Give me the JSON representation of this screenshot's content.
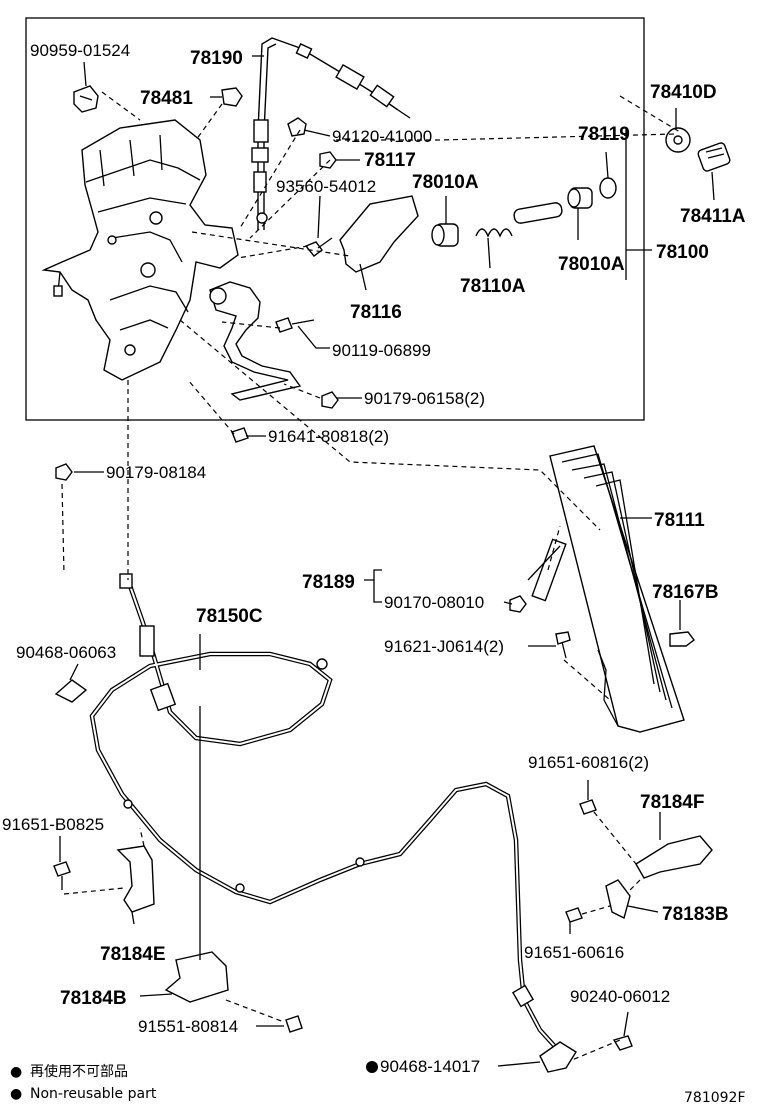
{
  "parts": {
    "p90959_01524": "90959-01524",
    "p78190": "78190",
    "p78481": "78481",
    "p94120_41000": "94120-41000",
    "p78117": "78117",
    "p93560_54012": "93560-54012",
    "p78010A_top": "78010A",
    "p78410D": "78410D",
    "p78119": "78119",
    "p78411A": "78411A",
    "p78010A_right": "78010A",
    "p78100": "78100",
    "p78110A": "78110A",
    "p78116": "78116",
    "p90119_06899": "90119-06899",
    "p90179_06158": "90179-06158(2)",
    "p91641_80818": "91641-80818(2)",
    "p90179_08184": "90179-08184",
    "p78111": "78111",
    "p78189": "78189",
    "p90170_08010": "90170-08010",
    "p78167B": "78167B",
    "p78150C": "78150C",
    "p90468_06063": "90468-06063",
    "p91621_J0614": "91621-J0614(2)",
    "p91651_60816": "91651-60816(2)",
    "p78184F": "78184F",
    "p91651_B0825": "91651-B0825",
    "p78183B": "78183B",
    "p91651_60616": "91651-60616",
    "p78184E": "78184E",
    "p78184B": "78184B",
    "p90240_06012": "90240-06012",
    "p91551_80814": "91551-80814",
    "p90468_14017": "90468-14017"
  },
  "legend": {
    "bullet": "●",
    "japanese": "再使用不可部品",
    "english": "Non-reusable part"
  },
  "diagram_code": "781092F"
}
